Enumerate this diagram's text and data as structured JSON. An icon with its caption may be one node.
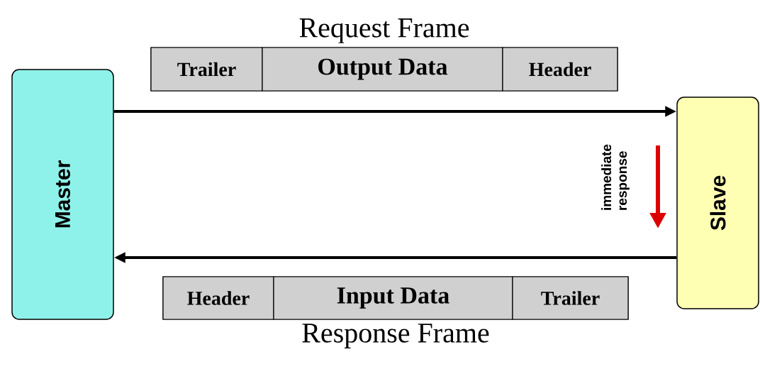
{
  "diagram": {
    "nodes": [
      {
        "text": [
          "Master"
        ]
      },
      {
        "text": [
          "Slave"
        ]
      },
      {
        "text": [
          "Request Frame"
        ]
      },
      {
        "text": [
          "Trailer"
        ],
        "in": 2
      },
      {
        "text": [
          "Output Data"
        ],
        "in": 2
      },
      {
        "text": [
          "Header"
        ],
        "in": 2
      },
      {
        "text": [
          "Response Frame"
        ]
      },
      {
        "text": [
          "Header"
        ],
        "in": 6
      },
      {
        "text": [
          "Input Data"
        ],
        "in": 6
      },
      {
        "text": [
          "Trailer"
        ],
        "in": 6
      }
    ],
    "edges": [
      {
        "from": 0,
        "to": 1,
        "arrow": "to"
      },
      {
        "from": 1,
        "to": 0,
        "arrow": "to"
      }
    ],
    "labels": [
      "immediate response"
    ]
  }
}
